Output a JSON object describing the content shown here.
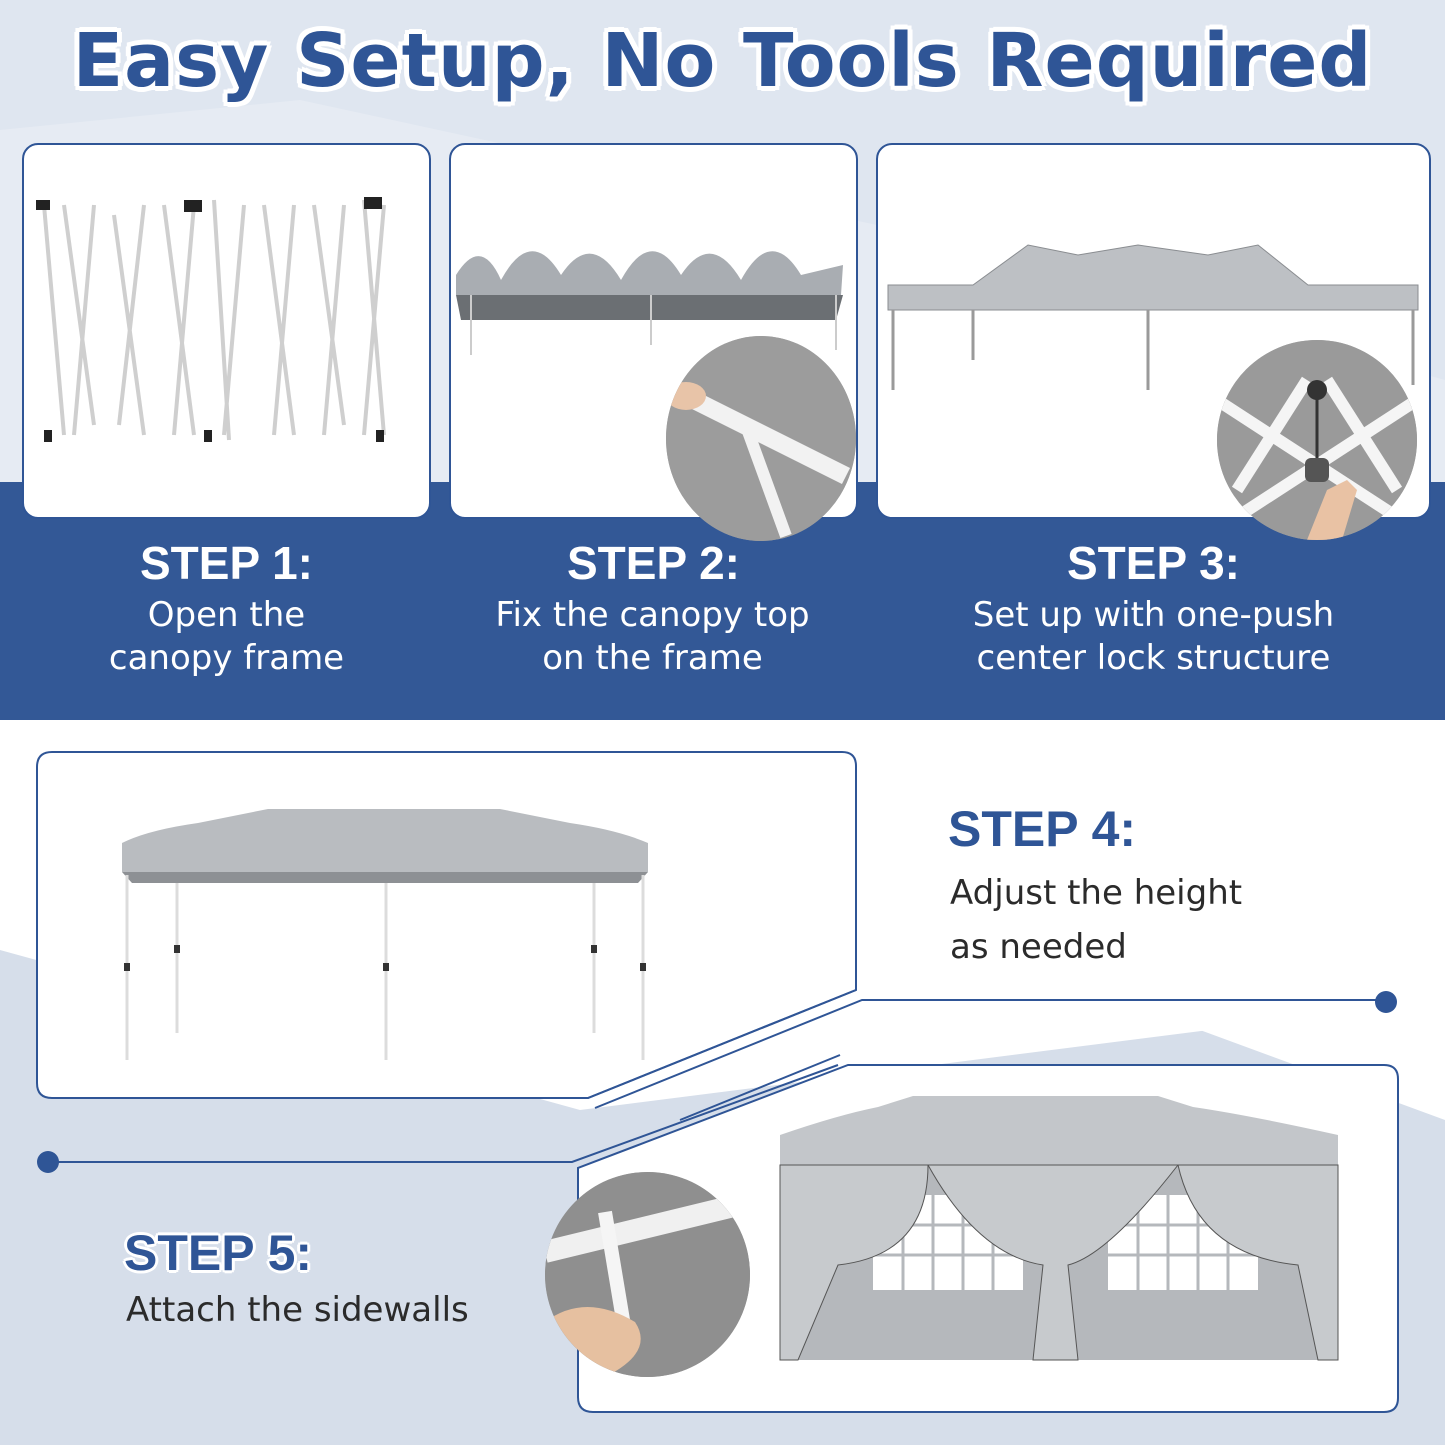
{
  "header": {
    "title": "Easy Setup, No Tools Required"
  },
  "colors": {
    "brand_blue": "#2f5596",
    "band_blue": "#335896",
    "background": "#dfe6f0",
    "card_bg": "#ffffff",
    "body_text": "#2b2b2b"
  },
  "steps": [
    {
      "heading": "STEP 1:",
      "line1": "Open the",
      "line2": "canopy frame",
      "image": "folded-canopy-frame"
    },
    {
      "heading": "STEP 2:",
      "line1": "Fix the canopy top",
      "line2": "on the frame",
      "image": "canopy-top-on-frame",
      "inset": "velcro-strap-closeup"
    },
    {
      "heading": "STEP 3:",
      "line1": "Set up with one-push",
      "line2": "center lock structure",
      "image": "raised-canopy",
      "inset": "center-lock-push-closeup"
    },
    {
      "heading": "STEP 4:",
      "line1": "Adjust the height",
      "line2": "as needed",
      "image": "canopy-adjustable-legs"
    },
    {
      "heading": "STEP 5:",
      "line1": "Attach the sidewalls",
      "image": "canopy-with-sidewalls",
      "inset": "sidewall-strap-closeup"
    }
  ]
}
